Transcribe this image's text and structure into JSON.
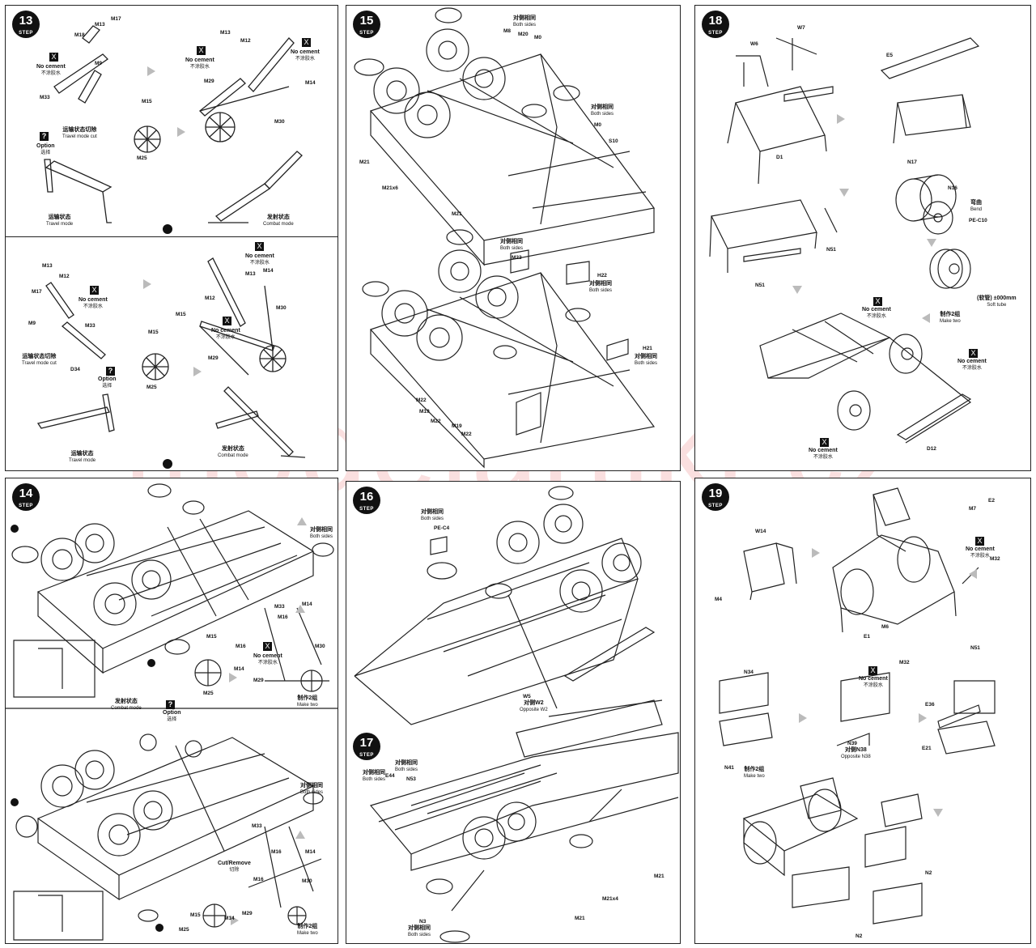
{
  "watermark": "modelartikl.cz",
  "steps": {
    "s13": "13",
    "s14": "14",
    "s15": "15",
    "s16": "16",
    "s17": "17",
    "s18": "18",
    "s19": "19",
    "step_word": "STEP"
  },
  "labels": {
    "no_cement_cn": "不涂胶水",
    "no_cement": "No cement",
    "option_cn": "选择",
    "option": "Option",
    "travel_cut_cn": "运输状态切除",
    "travel_cut": "Travel mode cut",
    "travel_cn": "运输状态",
    "travel": "Travel mode",
    "combat_cn": "发射状态",
    "combat": "Combat mode",
    "both_cn": "对侧相同",
    "both": "Both sides",
    "make_two_cn": "制作2组",
    "make_two": "Make two",
    "cut_remove": "Cut/Remove",
    "cut_cn": "切除",
    "bend_cn": "弯曲",
    "bend": "Bend",
    "soft_tube": "(软管) ±000mm",
    "soft_tube_en": "Soft tube",
    "opp_w2_cn": "对侧W2",
    "opp_w2": "Opposite W2",
    "opp_n38_cn": "对侧N38",
    "opp_n38": "Opposite N38"
  },
  "parts": {
    "M13": "M13",
    "M17": "M17",
    "M18": "M18",
    "M9": "M9",
    "M33": "M33",
    "M12": "M12",
    "M29": "M29",
    "M30": "M30",
    "M14": "M14",
    "M15": "M15",
    "M25": "M25",
    "M16": "M16",
    "D34": "D34",
    "M8": "M8",
    "M20": "M20",
    "M0": "M0",
    "S10": "S10",
    "M21": "M21",
    "M21x6": "M21x6",
    "M21x4": "M21x4",
    "M23": "M23",
    "H22": "H22",
    "M22": "M22",
    "M19": "M19",
    "H21": "H21",
    "PE-C4": "PE-C4",
    "W5": "W5",
    "E44": "E44",
    "N53": "N53",
    "N3": "N3",
    "W6": "W6",
    "W7": "W7",
    "E5": "E5",
    "D1": "D1",
    "N17": "N17",
    "N16": "N16",
    "PE-C10": "PE-C10",
    "N51": "N51",
    "D12": "D12",
    "W14": "W14",
    "M4": "M4",
    "M7": "M7",
    "E2": "E2",
    "M32": "M32",
    "E1": "E1",
    "M6": "M6",
    "N34": "N34",
    "N39": "N39",
    "N41": "N41",
    "E36": "E36",
    "E21": "E21",
    "N2": "N2"
  },
  "q_mark": "?",
  "x_mark": "X"
}
